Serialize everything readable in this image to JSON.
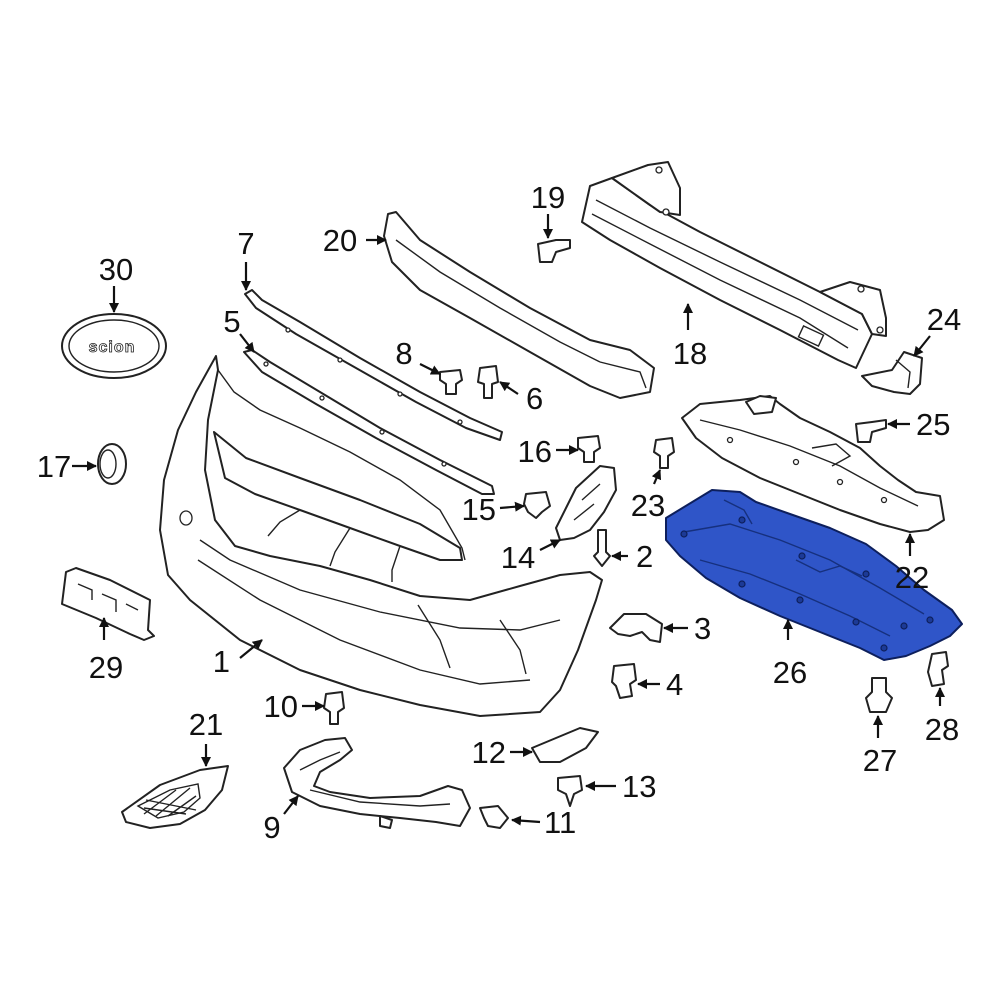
{
  "diagram": {
    "highlight_color": "#2f55c8",
    "line_color": "#222222",
    "badge_text": "scion",
    "callouts": [
      {
        "id": "c1",
        "label": "1"
      },
      {
        "id": "c2",
        "label": "2"
      },
      {
        "id": "c3",
        "label": "3"
      },
      {
        "id": "c4",
        "label": "4"
      },
      {
        "id": "c5",
        "label": "5"
      },
      {
        "id": "c6",
        "label": "6"
      },
      {
        "id": "c7",
        "label": "7"
      },
      {
        "id": "c8",
        "label": "8"
      },
      {
        "id": "c9",
        "label": "9"
      },
      {
        "id": "c10",
        "label": "10"
      },
      {
        "id": "c11",
        "label": "11"
      },
      {
        "id": "c12",
        "label": "12"
      },
      {
        "id": "c13",
        "label": "13"
      },
      {
        "id": "c14",
        "label": "14"
      },
      {
        "id": "c15",
        "label": "15"
      },
      {
        "id": "c16",
        "label": "16"
      },
      {
        "id": "c17",
        "label": "17"
      },
      {
        "id": "c18",
        "label": "18"
      },
      {
        "id": "c19",
        "label": "19"
      },
      {
        "id": "c20",
        "label": "20"
      },
      {
        "id": "c21",
        "label": "21"
      },
      {
        "id": "c22",
        "label": "22"
      },
      {
        "id": "c23",
        "label": "23"
      },
      {
        "id": "c24",
        "label": "24"
      },
      {
        "id": "c25",
        "label": "25"
      },
      {
        "id": "c26",
        "label": "26",
        "highlighted": true
      },
      {
        "id": "c27",
        "label": "27"
      },
      {
        "id": "c28",
        "label": "28"
      },
      {
        "id": "c29",
        "label": "29"
      },
      {
        "id": "c30",
        "label": "30"
      }
    ]
  }
}
